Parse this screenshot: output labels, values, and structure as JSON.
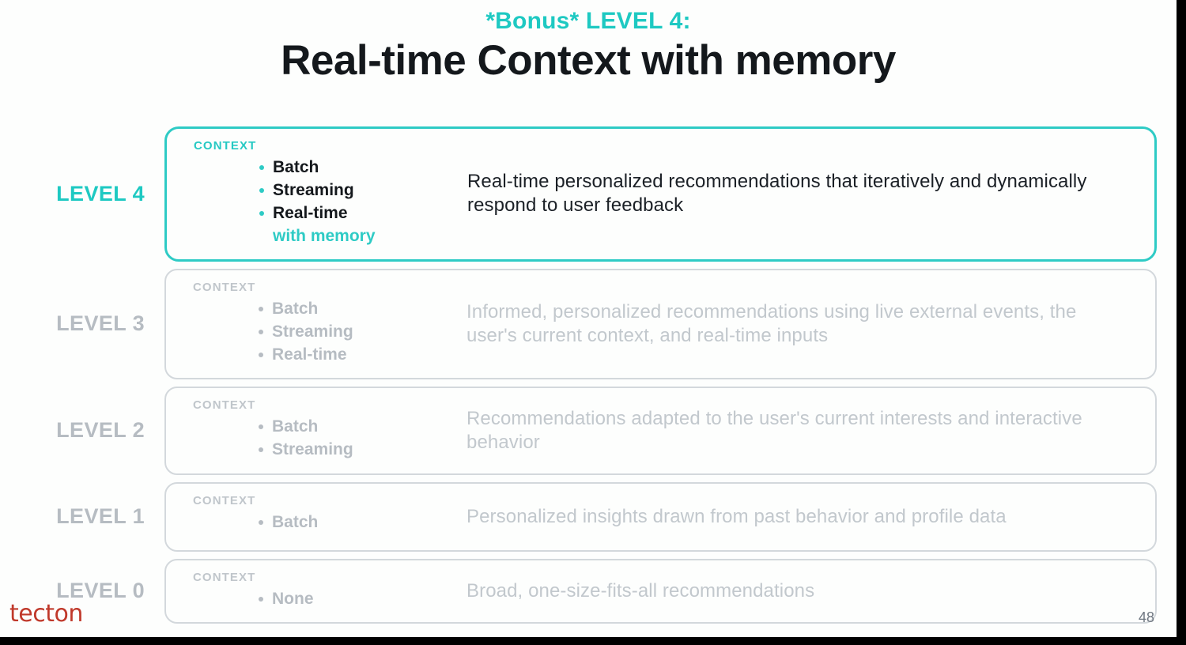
{
  "slide": {
    "eyebrow": "*Bonus* LEVEL 4:",
    "headline": "Real-time Context with memory",
    "accent_color": "#2ecbc5",
    "muted_color": "#b6bcc2",
    "background_color": "#fdfefd"
  },
  "context_label": "CONTEXT",
  "levels": [
    {
      "label": "LEVEL 4",
      "active": true,
      "context_label": "CONTEXT",
      "bullets": [
        "Batch",
        "Streaming",
        "Real-time"
      ],
      "sub_note": "with memory",
      "description": "Real-time personalized recommendations that iteratively and dynamically respond to user feedback"
    },
    {
      "label": "LEVEL 3",
      "active": false,
      "context_label": "CONTEXT",
      "bullets": [
        "Batch",
        "Streaming",
        "Real-time"
      ],
      "sub_note": "",
      "description": "Informed, personalized recommendations using live external events, the user's current context, and real-time inputs"
    },
    {
      "label": "LEVEL 2",
      "active": false,
      "context_label": "CONTEXT",
      "bullets": [
        "Batch",
        "Streaming"
      ],
      "sub_note": "",
      "description": "Recommendations adapted to the user's current interests and interactive behavior"
    },
    {
      "label": "LEVEL 1",
      "active": false,
      "context_label": "CONTEXT",
      "bullets": [
        "Batch"
      ],
      "sub_note": "",
      "description": "Personalized insights drawn from past behavior and profile data"
    },
    {
      "label": "LEVEL 0",
      "active": false,
      "context_label": "CONTEXT",
      "bullets": [
        "None"
      ],
      "sub_note": "",
      "description": "Broad, one-size-fits-all recommendations"
    }
  ],
  "footer": {
    "logo_text": "tecton",
    "logo_color": "#c0392b",
    "page_number": "48"
  }
}
